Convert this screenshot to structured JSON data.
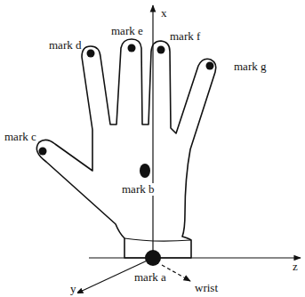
{
  "diagram": {
    "labels": [
      "mark d",
      "mark e",
      "mark f",
      "mark g",
      "x",
      "mark c",
      "mark b",
      "z",
      "y",
      "mark a",
      "wrist"
    ]
  }
}
